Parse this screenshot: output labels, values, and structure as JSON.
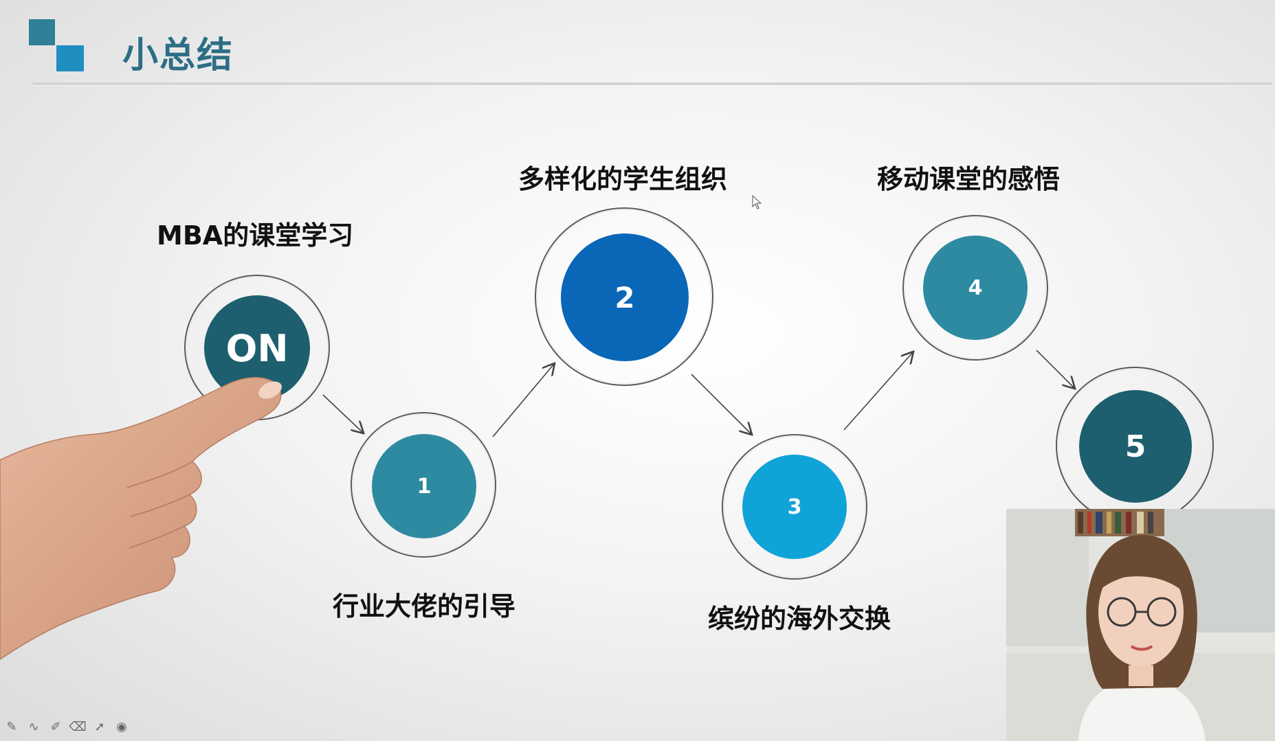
{
  "slide": {
    "title": "小总结",
    "start_label": "ON",
    "steps": [
      {
        "number": "1",
        "label": "行业大佬的引导",
        "color": "#2e8aa0"
      },
      {
        "number": "2",
        "label": "多样化的学生组织",
        "color": "#0a67b8"
      },
      {
        "number": "3",
        "label": "缤纷的海外交换",
        "color": "#10a3d8"
      },
      {
        "number": "4",
        "label": "移动课堂的感悟",
        "color": "#2e8aa0"
      },
      {
        "number": "5",
        "label": "",
        "color": "#1d5f6e"
      }
    ],
    "start_title": "MBA的课堂学习",
    "start_color": "#1d5f6e"
  },
  "toolbar": {
    "icons": [
      "pen-icon",
      "curve-icon",
      "highlighter-icon",
      "eraser-icon",
      "pointer-icon",
      "record-icon"
    ]
  },
  "colors": {
    "title": "#2d6e86",
    "logo_dark": "#2f7f96",
    "logo_light": "#1f8fc0",
    "divider": "#d4d4d4"
  }
}
